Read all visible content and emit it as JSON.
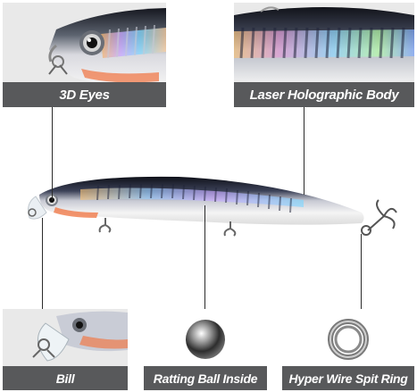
{
  "callouts": {
    "eyes": "3D Eyes",
    "body": "Laser Holographic Body",
    "bill": "Bill",
    "ball": "Ratting Ball Inside",
    "ring": "Hyper Wire Spit Ring"
  },
  "colors": {
    "caption_bg": "#58595b",
    "caption_text": "#ffffff",
    "lure_back": "#1a1f2e",
    "lure_belly": "#f2f2f2",
    "throat_accent": "#f07a4a",
    "hologram": "#9ad0ff"
  }
}
